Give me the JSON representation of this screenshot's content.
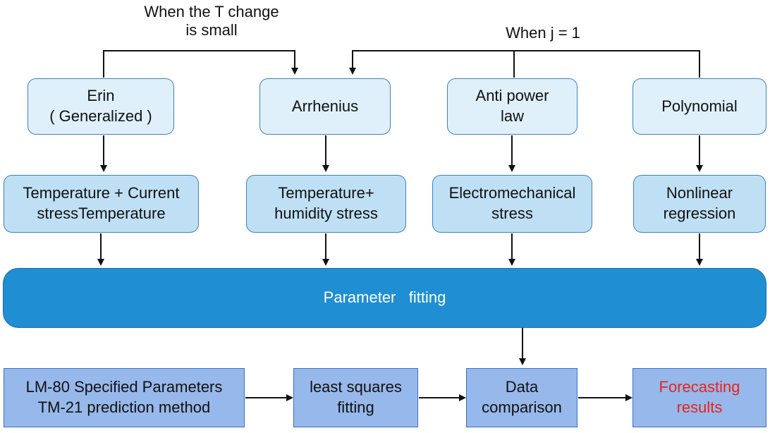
{
  "annotations": {
    "t_change": "When the T change\nis small",
    "j_equals": "When j = 1"
  },
  "models": [
    {
      "label": "Erin\n( Generalized )"
    },
    {
      "label": "Arrhenius"
    },
    {
      "label": "Anti power\nlaw"
    },
    {
      "label": "Polynomial"
    }
  ],
  "stresses": [
    {
      "label": "Temperature + Current\nstressTemperature"
    },
    {
      "label": "Temperature+\nhumidity stress"
    },
    {
      "label": "Electromechanical\nstress"
    },
    {
      "label": "Nonlinear\nregression"
    }
  ],
  "fitting": {
    "label": "Parameter   fitting"
  },
  "steps": [
    {
      "label": "LM-80 Specified Parameters\nTM-21 prediction method"
    },
    {
      "label": "least squares\nfitting"
    },
    {
      "label": "Data\ncomparison"
    },
    {
      "label": "Forecasting\nresults"
    }
  ],
  "colors": {
    "arrow": "#111111",
    "result_text": "#e8231f"
  }
}
